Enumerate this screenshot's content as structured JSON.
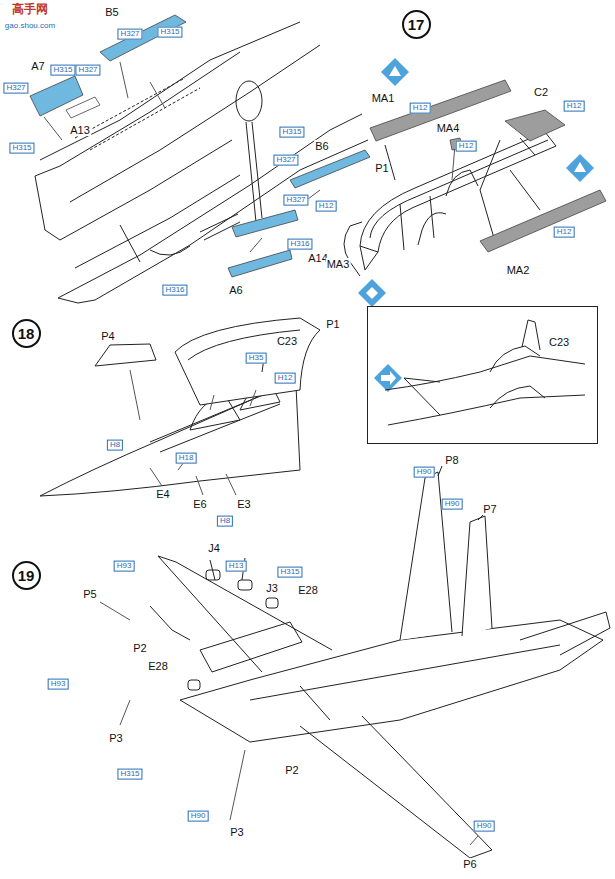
{
  "diagram": {
    "nodes": [
      {
        "text": [
          "17"
        ]
      },
      {
        "text": [
          "18"
        ]
      },
      {
        "text": [
          "C23"
        ]
      },
      {
        "text": [
          "19"
        ]
      }
    ],
    "labels": [
      "高手网",
      "gao.shou.com",
      "B5",
      "H315",
      "H327",
      "A7",
      "H315",
      "H327",
      "H327",
      "A13",
      "H315",
      "H315",
      "B6",
      "H327",
      "H327",
      "H316",
      "A14",
      "A6",
      "H316",
      "MA1",
      "H12",
      "MA4",
      "H12",
      "C2",
      "H12",
      "P1",
      "H12",
      "MA3",
      "MA2",
      "H12",
      "P1",
      "P4",
      "C23",
      "H35",
      "H12",
      "H8",
      "E4",
      "H18",
      "E6",
      "E3",
      "H8",
      "P8",
      "H90",
      "P7",
      "H90",
      "P5",
      "H93",
      "J4",
      "H13",
      "J3",
      "H315",
      "E28",
      "P2",
      "E28",
      "H93",
      "P3",
      "H315",
      "P2",
      "P3",
      "H90",
      "H90",
      "P6"
    ]
  }
}
